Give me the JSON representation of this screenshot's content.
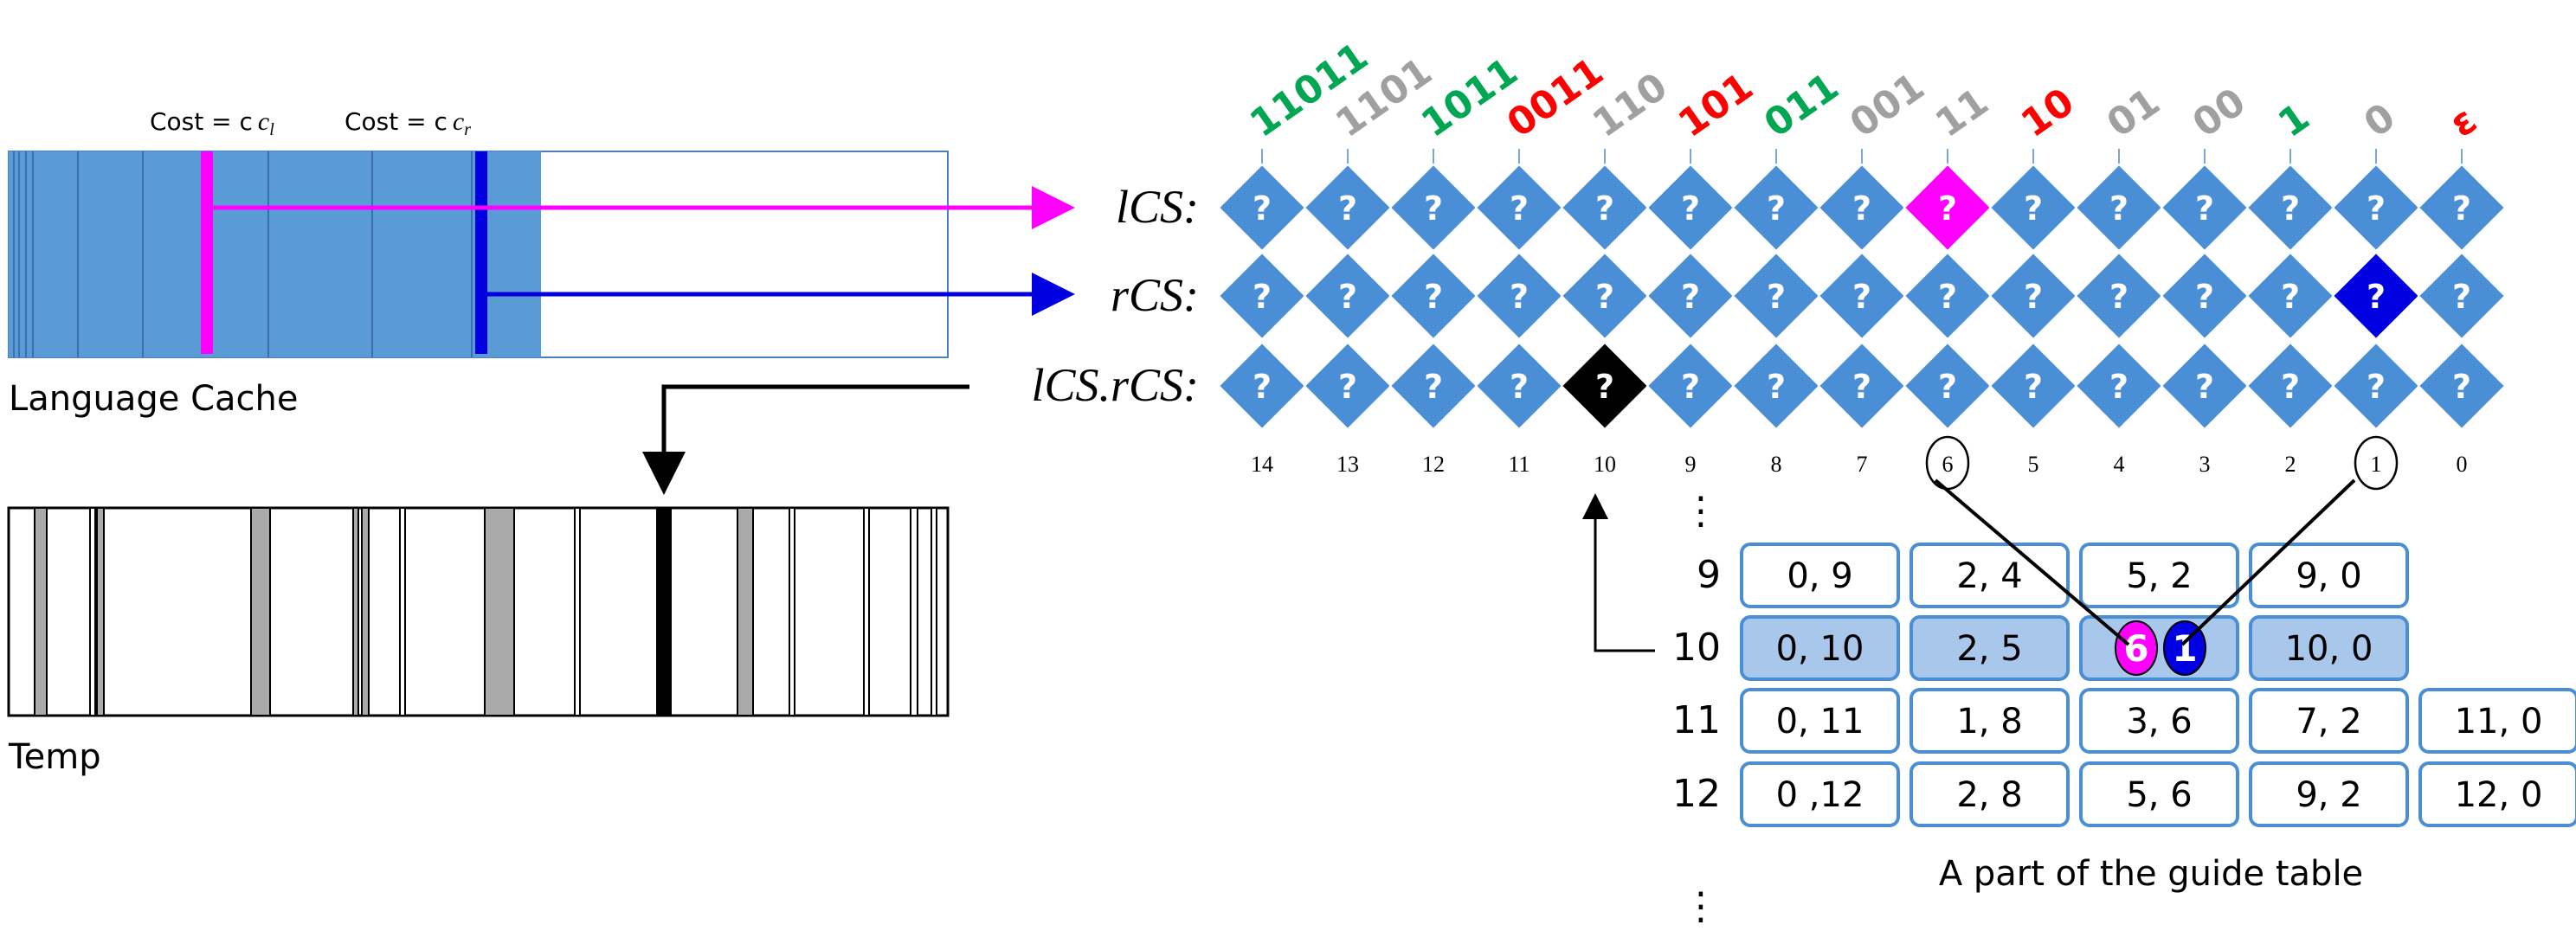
{
  "cache": {
    "cost_left": "Cost = c",
    "cost_left_sub": "l",
    "cost_right": "Cost = c",
    "cost_right_sub": "r",
    "title": "Language Cache",
    "temp_title": "Temp"
  },
  "rows": {
    "lcs": "lCS:",
    "rcs": "rCS:",
    "lcs_rcs": "lCS.rCS:",
    "question": "?"
  },
  "labels": {
    "top": [
      "11011",
      "1101",
      "1011",
      "0011",
      "110",
      "101",
      "011",
      "001",
      "11",
      "10",
      "01",
      "00",
      "1",
      "0",
      "ε"
    ],
    "top_colors": [
      "#00a651",
      "#a0a0a0",
      "#00a651",
      "#ff0000",
      "#a0a0a0",
      "#ff0000",
      "#00a651",
      "#a0a0a0",
      "#a0a0a0",
      "#ff0000",
      "#a0a0a0",
      "#a0a0a0",
      "#00a651",
      "#a0a0a0",
      "#ff0000"
    ],
    "indices": [
      "14",
      "13",
      "12",
      "11",
      "10",
      "9",
      "8",
      "7",
      "6",
      "5",
      "4",
      "3",
      "2",
      "1",
      "0"
    ]
  },
  "highlights": {
    "lcs_col": 8,
    "rcs_col": 13,
    "lcs_rcs_col": 4
  },
  "guide": {
    "dots": "⋮",
    "caption": "A part of the guide table",
    "rows": [
      {
        "label": "9",
        "cells": [
          "0, 9",
          "2, 4",
          "5, 2",
          "9, 0"
        ],
        "highlight": false
      },
      {
        "label": "10",
        "cells": [
          "0, 10",
          "2, 5",
          "",
          "10, 0"
        ],
        "highlight": true
      },
      {
        "label": "11",
        "cells": [
          "0, 11",
          "1, 8",
          "3, 6",
          "7, 2",
          "11, 0"
        ],
        "highlight": false
      },
      {
        "label": "12",
        "cells": [
          "0 ,12",
          "2, 8",
          "5, 6",
          "9, 2",
          "12, 0"
        ],
        "highlight": false
      }
    ],
    "bubble_left": "6",
    "bubble_right": "1"
  },
  "colors": {
    "diamond": "#4a8fd6",
    "cache_fill": "#5b9bd5",
    "magenta": "#ff00ff",
    "blue": "#0000e0",
    "cell_border": "#4a8fd6",
    "cell_highlight": "#a9c7ea"
  }
}
